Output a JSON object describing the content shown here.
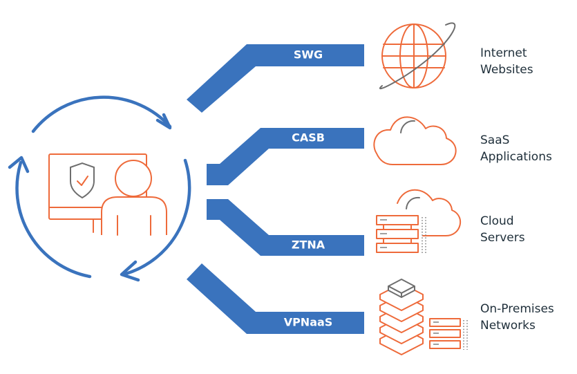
{
  "channels": [
    {
      "id": "swg",
      "label": "SWG",
      "destination": [
        "Internet",
        "Websites"
      ],
      "icon": "globe-icon"
    },
    {
      "id": "casb",
      "label": "CASB",
      "destination": [
        "SaaS",
        "Applications"
      ],
      "icon": "cloud-icon"
    },
    {
      "id": "ztna",
      "label": "ZTNA",
      "destination": [
        "Cloud",
        "Servers"
      ],
      "icon": "cloud-server-icon"
    },
    {
      "id": "vpnaas",
      "label": "VPNaaS",
      "destination": [
        "On-Premises",
        "Networks"
      ],
      "icon": "on-premises-stack-icon"
    }
  ],
  "colors": {
    "band": "#3a73bd",
    "icon_accent": "#ee6a3a",
    "icon_secondary": "#6e6e6e",
    "text": "#1f2f3a"
  },
  "center_icon": "secure-user-workstation-icon"
}
